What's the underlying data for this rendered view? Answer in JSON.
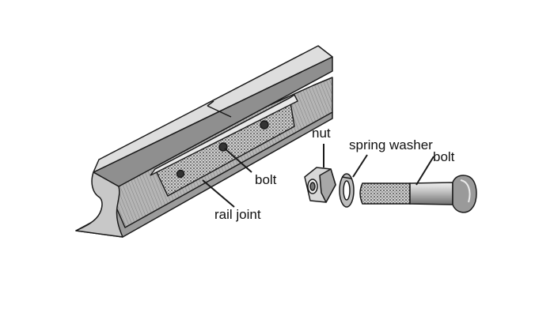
{
  "labels": {
    "bolt_on_rail": "bolt",
    "rail_joint": "rail joint",
    "nut": "nut",
    "spring_washer": "spring washer",
    "bolt": "bolt"
  },
  "colors": {
    "ink": "#1a1a1a",
    "rail_light": "#d9d9d9",
    "rail_mid": "#a8a8a8",
    "rail_dark": "#6e6e6e"
  }
}
